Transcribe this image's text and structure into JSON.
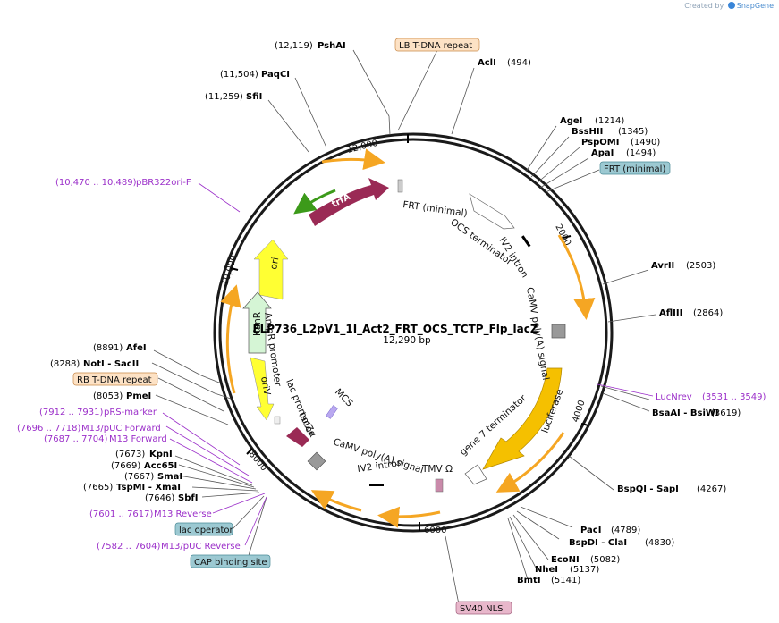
{
  "header": {
    "created_by": "Created by",
    "brand": "SnapGene"
  },
  "plasmid": {
    "name": "ELP736_L2pV1_1I_Act2_FRT_OCS_TCTP_Flp_lacZ",
    "length_label": "12,290 bp",
    "total_bp": 12290
  },
  "ticks": [
    {
      "bp": 2000,
      "label": "2000"
    },
    {
      "bp": 4000,
      "label": "4000"
    },
    {
      "bp": 6000,
      "label": "6000"
    },
    {
      "bp": 8000,
      "label": "8000"
    },
    {
      "bp": 10000,
      "label": "10,000"
    },
    {
      "bp": 12000,
      "label": "12,000"
    }
  ],
  "sites": [
    {
      "name": "PshAI",
      "pos": "(12,119)",
      "side": "left"
    },
    {
      "name": "PaqCI",
      "pos": "(11,504)",
      "side": "left"
    },
    {
      "name": "SfiI",
      "pos": "(11,259)",
      "side": "left"
    },
    {
      "name": "AclI",
      "pos": "(494)",
      "side": "right"
    },
    {
      "name": "AgeI",
      "pos": "(1214)",
      "side": "right"
    },
    {
      "name": "BssHII",
      "pos": "(1345)",
      "side": "right"
    },
    {
      "name": "PspOMI",
      "pos": "(1490)",
      "side": "right"
    },
    {
      "name": "ApaI",
      "pos": "(1494)",
      "side": "right"
    },
    {
      "name": "AvrII",
      "pos": "(2503)",
      "side": "right"
    },
    {
      "name": "AflIII",
      "pos": "(2864)",
      "side": "right"
    },
    {
      "name": "BsaAI - BsiWI",
      "pos": "(3619)",
      "side": "right"
    },
    {
      "name": "BspQI - SapI",
      "pos": "(4267)",
      "side": "right"
    },
    {
      "name": "PacI",
      "pos": "(4789)",
      "side": "right"
    },
    {
      "name": "BspDI - ClaI",
      "pos": "(4830)",
      "side": "right"
    },
    {
      "name": "EcoNI",
      "pos": "(5082)",
      "side": "right"
    },
    {
      "name": "NheI",
      "pos": "(5137)",
      "side": "right"
    },
    {
      "name": "BmtI",
      "pos": "(5141)",
      "side": "right"
    },
    {
      "name": "AfeI",
      "pos": "(8891)",
      "side": "left"
    },
    {
      "name": "NotI - SacII",
      "pos": "(8288)",
      "side": "left"
    },
    {
      "name": "PmeI",
      "pos": "(8053)",
      "side": "left"
    },
    {
      "name": "KpnI",
      "pos": "(7673)",
      "side": "left"
    },
    {
      "name": "Acc65I",
      "pos": "(7669)",
      "side": "left"
    },
    {
      "name": "SmaI",
      "pos": "(7667)",
      "side": "left"
    },
    {
      "name": "TspMI - XmaI",
      "pos": "(7665)",
      "side": "left"
    },
    {
      "name": "SbfI",
      "pos": "(7646)",
      "side": "left"
    }
  ],
  "primers": [
    {
      "name": "pBR322ori-F",
      "range": "(10,470 .. 10,489)"
    },
    {
      "name": "LucNrev",
      "range": "(3531 .. 3549)"
    },
    {
      "name": "pRS-marker",
      "range": "(7912 .. 7931)"
    },
    {
      "name": "M13/pUC Forward",
      "range": "(7696 .. 7718)"
    },
    {
      "name": "M13 Forward",
      "range": "(7687 .. 7704)"
    },
    {
      "name": "M13 Reverse",
      "range": "(7601 .. 7617)"
    },
    {
      "name": "M13/pUC Reverse",
      "range": "(7582 .. 7604)"
    }
  ],
  "boxed_features": [
    {
      "name": "LB T-DNA repeat",
      "color": "#fde2c5"
    },
    {
      "name": "FRT (minimal)",
      "color": "#9cc9d2"
    },
    {
      "name": "RB T-DNA repeat",
      "color": "#fde2c5"
    },
    {
      "name": "lac operator",
      "color": "#9cc9d2"
    },
    {
      "name": "CAP binding site",
      "color": "#9cc9d2"
    },
    {
      "name": "SV40 NLS",
      "color": "#e8b7cb"
    }
  ],
  "inner_features": [
    {
      "name": "trfA",
      "color": "#9a2a55"
    },
    {
      "name": "ori",
      "color": "#ffff33"
    },
    {
      "name": "KanR",
      "color": "#d5f5d5"
    },
    {
      "name": "oriV",
      "color": "#ffff33"
    },
    {
      "name": "luciferase",
      "color": "#f5c000"
    },
    {
      "name": "lacZα",
      "color": "#9a2a55"
    },
    {
      "name": "FRT (minimal)",
      "color": "#cccccc"
    },
    {
      "name": "OCS terminator",
      "color": "#ffffff"
    },
    {
      "name": "IV2 intron",
      "color": "#000000"
    },
    {
      "name": "CaMV poly(A) signal",
      "color": "#999999"
    },
    {
      "name": "gene 7 terminator",
      "color": "#ffffff"
    },
    {
      "name": "TMV Ω",
      "color": "#c98aaa"
    },
    {
      "name": "IV2 intron",
      "color": "#000000"
    },
    {
      "name": "CaMV poly(A) signal",
      "color": "#999999"
    },
    {
      "name": "lac promoter",
      "color": "#ffffff"
    },
    {
      "name": "AmpR promoter",
      "color": "#ffffff"
    },
    {
      "name": "MCS",
      "color": "#b9a8f0"
    }
  ],
  "colors": {
    "orf_arrow": "#f5a623",
    "primer": "#9b2fc9",
    "backbone": "#1a1a1a"
  }
}
